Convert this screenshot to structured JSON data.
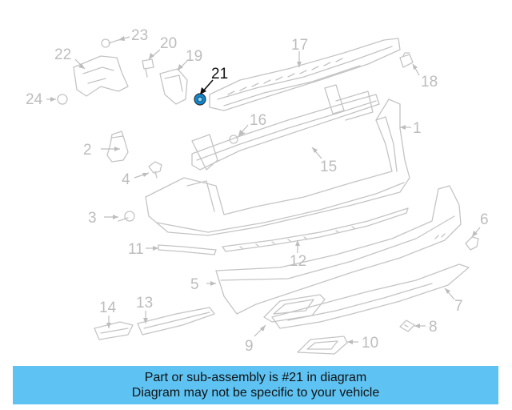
{
  "diagram": {
    "highlighted_part": "21",
    "callouts": [
      "1",
      "2",
      "3",
      "4",
      "5",
      "6",
      "7",
      "8",
      "9",
      "10",
      "11",
      "12",
      "13",
      "14",
      "15",
      "16",
      "17",
      "18",
      "19",
      "20",
      "21",
      "22",
      "23",
      "24"
    ]
  },
  "banner": {
    "line1": "Part or sub-assembly is #21 in diagram",
    "line2": "Diagram may not be specific to your vehicle",
    "color": "#5ec2f2"
  }
}
